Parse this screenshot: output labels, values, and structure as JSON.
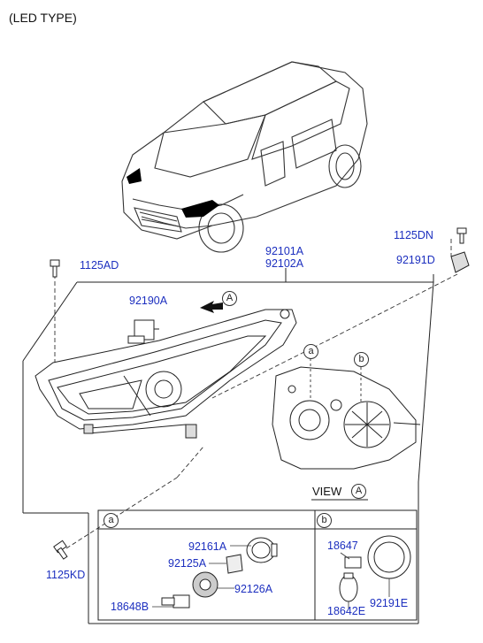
{
  "title": "(LED TYPE)",
  "view_label": "VIEW",
  "callouts": {
    "a": "a",
    "b": "b",
    "A": "A"
  },
  "parts": {
    "p1125DN": "1125DN",
    "p92191D": "92191D",
    "p1125AD": "1125AD",
    "p92101A": "92101A",
    "p92102A": "92102A",
    "p92190A": "92190A",
    "p1125KD": "1125KD",
    "p92161A": "92161A",
    "p92125A": "92125A",
    "p92126A": "92126A",
    "p18648B": "18648B",
    "p18647": "18647",
    "p18642E": "18642E",
    "p92191E": "92191E"
  },
  "colors": {
    "part_number": "#1c2fbf",
    "line": "#222222",
    "headlamp_highlight": "#000000"
  }
}
